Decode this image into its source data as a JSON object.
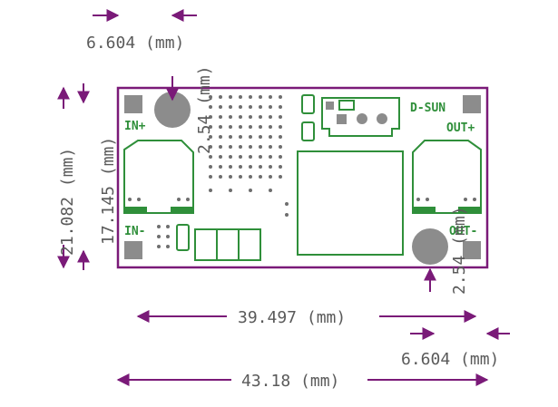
{
  "dimensions": {
    "hole_offset_top": "6.604 (mm)",
    "hole_dia_top": "2.54 (mm)",
    "board_height": "21.082 (mm)",
    "inner_height": "17.145 (mm)",
    "hole_spacing": "39.497 (mm)",
    "hole_dia_bottom": "2.54 (mm)",
    "hole_offset_bottom": "6.604 (mm)",
    "board_width": "43.18 (mm)"
  },
  "board_labels": {
    "in_plus": "IN+",
    "in_minus": "IN-",
    "brand": "D-SUN",
    "out_plus": "OUT+",
    "out_minus": "OUT-"
  },
  "colors": {
    "dimension": "#7a1a78",
    "silkscreen": "#2f8f3a",
    "pad": "#8c8c8c",
    "text": "#5a5a5a"
  }
}
